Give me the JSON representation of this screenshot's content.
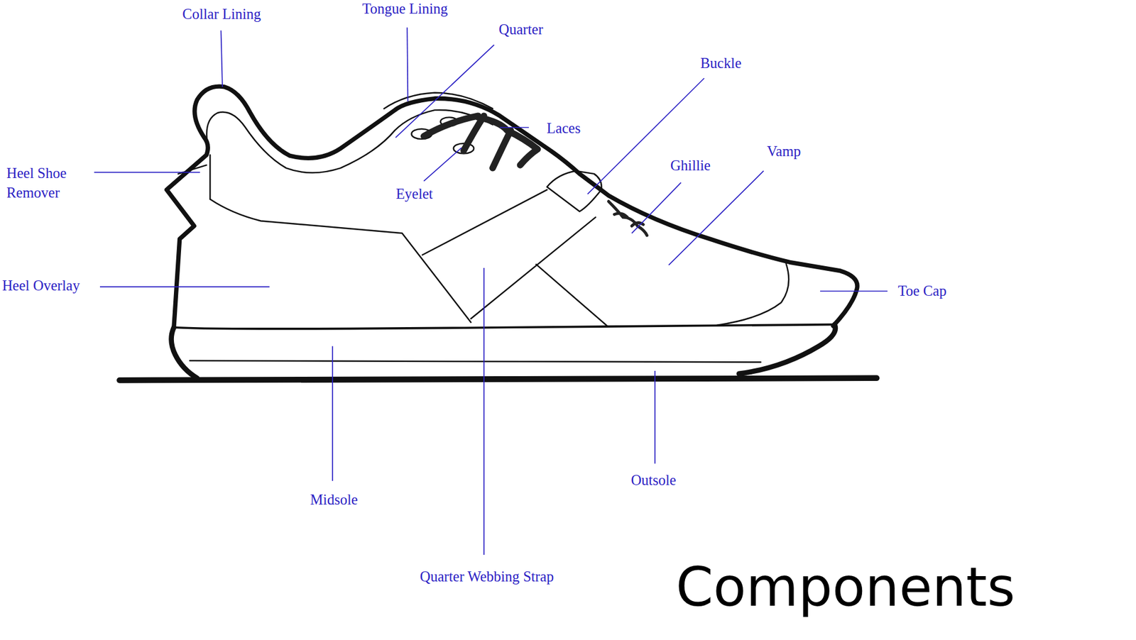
{
  "diagram": {
    "title": "Components",
    "labels": [
      "Collar Lining",
      "Tongue Lining",
      "Quarter",
      "Buckle",
      "Laces",
      "Heel Shoe Remover",
      "Ghillie",
      "Vamp",
      "Eyelet",
      "Heel Overlay",
      "Toe Cap",
      "Outsole",
      "Midsole",
      "Quarter Webbing Strap"
    ]
  }
}
